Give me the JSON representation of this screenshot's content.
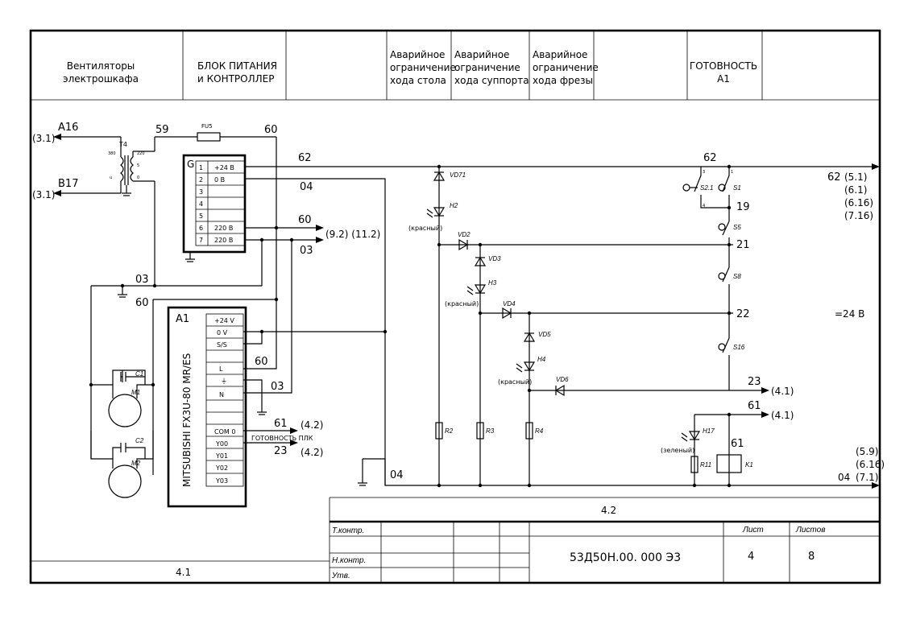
{
  "header": {
    "col1": [
      "Вентиляторы",
      "электрошкафа"
    ],
    "col2": [
      "БЛОК ПИТАНИЯ",
      "и КОНТРОЛЛЕР"
    ],
    "col4": [
      "Аварийное",
      "ограничение",
      "хода стола"
    ],
    "col5": [
      "Аварийное",
      "ограничение",
      "хода суппорта"
    ],
    "col6": [
      "Аварийное",
      "ограничение",
      "хода фрезы"
    ],
    "col8": [
      "ГОТОВНОСТЬ",
      "A1"
    ]
  },
  "wires": {
    "A16": "A16",
    "B17": "B17",
    "w59": "59",
    "w60": "60",
    "w62": "62",
    "w04": "04",
    "w03": "03",
    "w61": "61",
    "w23": "23",
    "w19": "19",
    "w21": "21",
    "w22": "22"
  },
  "refs": {
    "r31a": "(3.1)",
    "r31b": "(3.1)",
    "r92": "(9.2) (11.2)",
    "r42a": "(4.2)",
    "r42b": "(4.2)",
    "r41a": "(4.1)",
    "r41b": "(4.1)",
    "r62list": [
      "(5.1)",
      "(6.1)",
      "(6.16)",
      "(7.16)"
    ],
    "r04list": [
      "(5.9)",
      "(6.16)",
      "(7.1)"
    ]
  },
  "components": {
    "T4": "T4",
    "FU5": "FU5",
    "G": "G",
    "A1": "A1",
    "plc_model": "MITSUBISHI FX3U-80 MR/ES",
    "C1": "C1",
    "M1": "M1",
    "C2": "C2",
    "M2": "M2",
    "VD71": "VD71",
    "VD2": "VD2",
    "VD3": "VD3",
    "VD4": "VD4",
    "VD5": "VD5",
    "VD6": "VD6",
    "H2": "H2",
    "H3": "H3",
    "H4": "H4",
    "H17": "H17",
    "R2": "R2",
    "R3": "R3",
    "R4": "R4",
    "R11": "R11",
    "K1": "K1",
    "S1": "S1",
    "S21": "S2.1",
    "S5": "S5",
    "S8": "S8",
    "S16": "S16",
    "red": "(красный)",
    "green": "(зеленый)",
    "voltage": "=24 В",
    "gotovnost_plk": "ГОТОВНОСТЬ ПЛК"
  },
  "psu_terminals": [
    {
      "n": "1",
      "label": "+24 В"
    },
    {
      "n": "2",
      "label": "0 В"
    },
    {
      "n": "3",
      "label": ""
    },
    {
      "n": "4",
      "label": ""
    },
    {
      "n": "5",
      "label": ""
    },
    {
      "n": "6",
      "label": "220 В"
    },
    {
      "n": "7",
      "label": "220 В"
    }
  ],
  "plc_terminals": [
    "+24 V",
    "0 V",
    "S/S",
    "",
    "L",
    "⏚",
    "N",
    "",
    "",
    "COM 0",
    "Y00",
    "Y01",
    "Y02",
    "Y03"
  ],
  "transformer_pins": {
    "p380": "380",
    "p220": "220",
    "p5": "5",
    "p0": "0",
    "pu": "u"
  },
  "title_block": {
    "section": "4.2",
    "section_left": "4.1",
    "t_kontr": "Т.контр.",
    "n_kontr": "Н.контр.",
    "utv": "Утв.",
    "list_label": "Лист",
    "listov_label": "Листов",
    "doc_code": "53Д50Н.00. 000 Э3",
    "list_no": "4",
    "listov_no": "8"
  }
}
